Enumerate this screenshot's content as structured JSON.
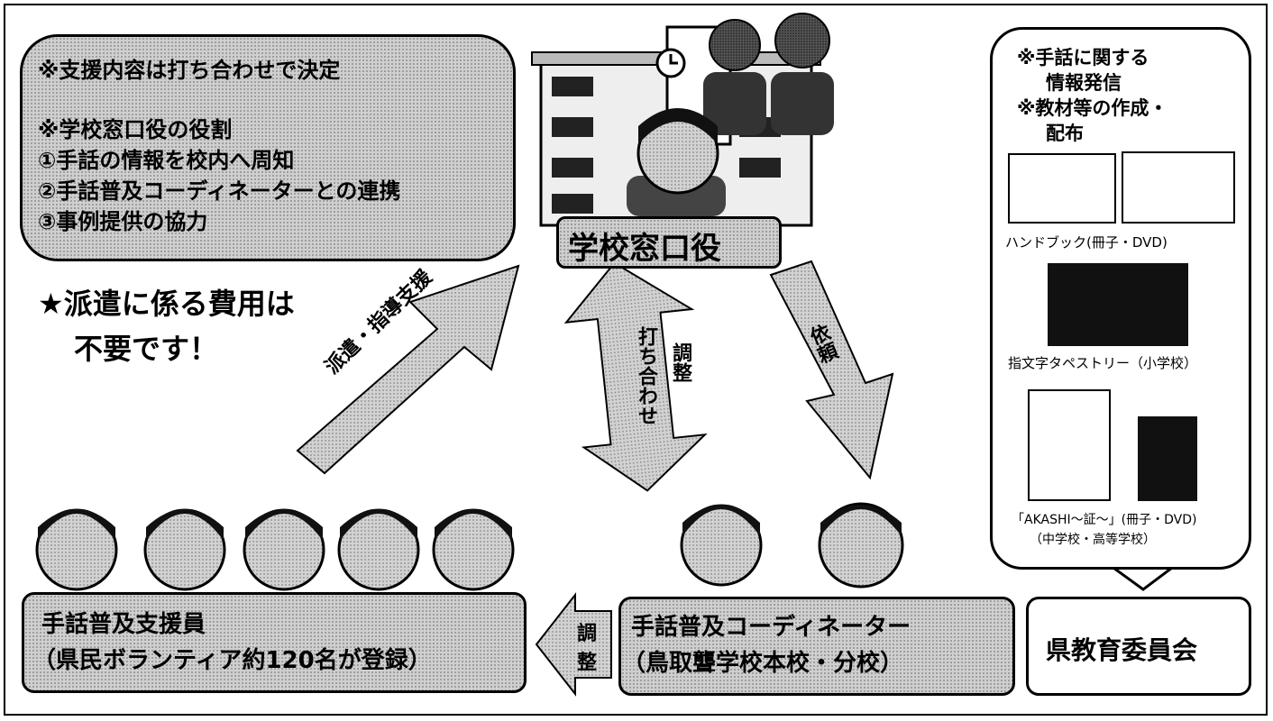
{
  "top_left_note": {
    "line1": "※支援内容は打ち合わせで決定",
    "line2": "※学校窓口役の役割",
    "line3": "①手話の情報を校内へ周知",
    "line4": "②手話普及コーディネーターとの連携",
    "line5": "③事例提供の協力"
  },
  "free_cost": {
    "line1": "★派遣に係る費用は",
    "line2": "不要です！"
  },
  "school_contact": "学校窓口役",
  "arrows": {
    "dispatch": "派遣・指導支援",
    "consult_main": "打ち合わせ",
    "consult_adjust": "調整",
    "request": "依頼",
    "adjust_bottom_1": "調",
    "adjust_bottom_2": "整"
  },
  "supporters": {
    "line1": "手話普及支援員",
    "line2": "（県民ボランティア約120名が登録）"
  },
  "coordinator": {
    "line1": "手話普及コーディネーター",
    "line2": "（鳥取聾学校本校・分校）"
  },
  "board": "県教育委員会",
  "right_panel": {
    "note1a": "※手話に関する",
    "note1b": "情報発信",
    "note2a": "※教材等の作成・",
    "note2b": "配布",
    "cap1": "ハンドブック(冊子・DVD)",
    "cap2": "指文字タペストリー（小学校）",
    "cap3": "「AKASHI～証～」(冊子・DVD)",
    "cap4": "（中学校・高等学校）"
  }
}
